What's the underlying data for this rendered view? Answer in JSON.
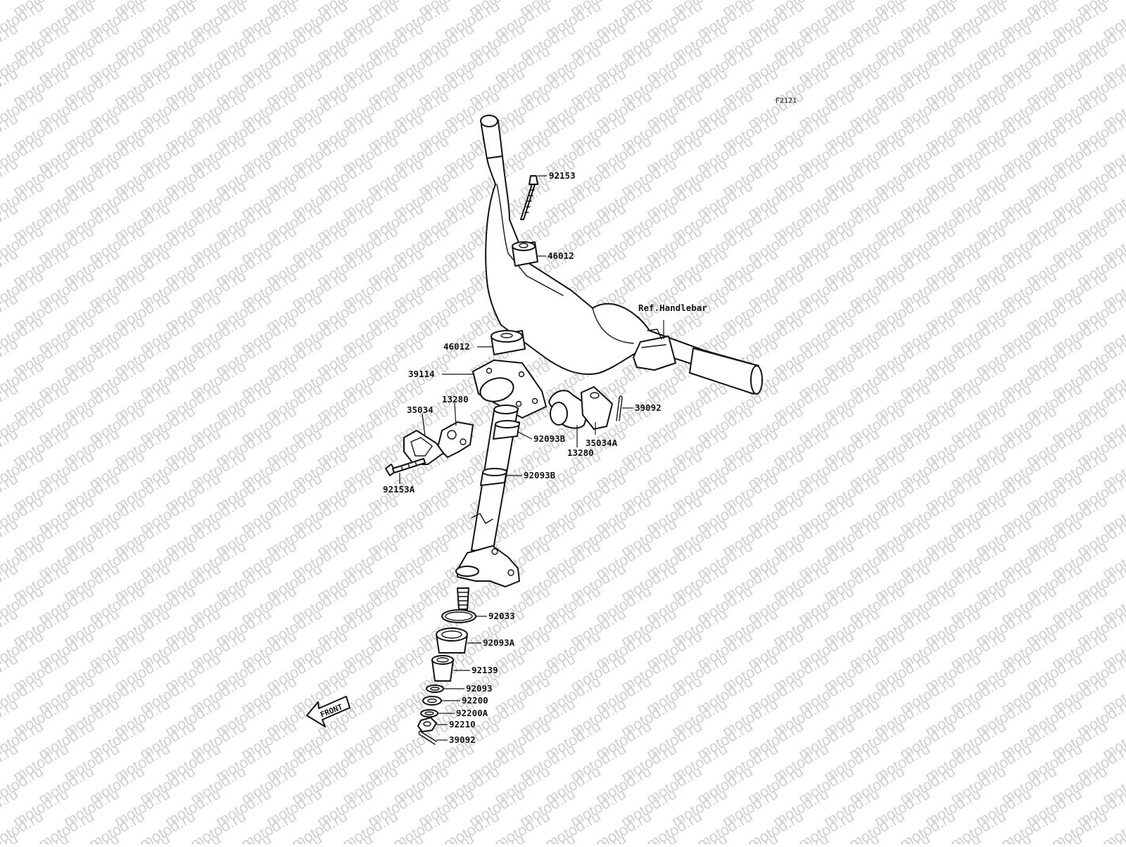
{
  "figure_code": "F2121",
  "watermark": "motod.ru",
  "front_label": "FRONT",
  "ref_label": "Ref.Handlebar",
  "labels": [
    "92153",
    "46012",
    "46012",
    "39114",
    "13280",
    "35034",
    "92093B",
    "92093B",
    "35034A",
    "13280",
    "39092",
    "92153A",
    "92033",
    "92093A",
    "92139",
    "92093",
    "92200",
    "92200A",
    "92210",
    "39092"
  ]
}
